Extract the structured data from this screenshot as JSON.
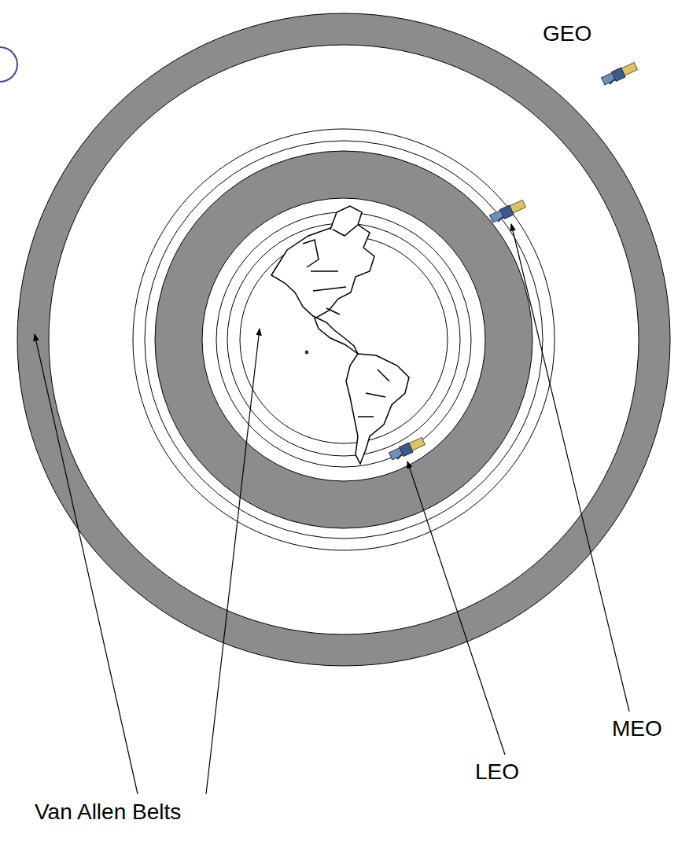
{
  "diagram": {
    "labels": [
      "GEO",
      "MEO",
      "LEO",
      "Van Allen Belts"
    ]
  }
}
